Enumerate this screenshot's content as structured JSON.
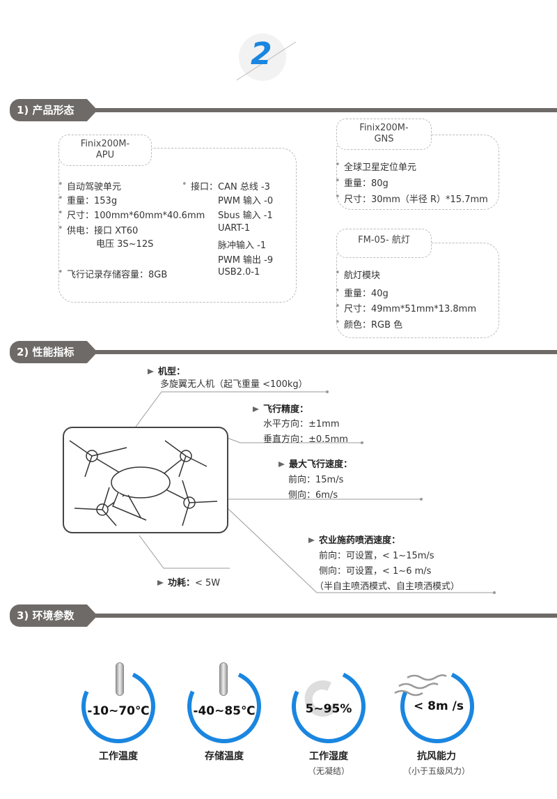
{
  "badge": {
    "number": "2",
    "accent": "#1a86e0"
  },
  "sections": {
    "s1": "1) 产品形态",
    "s2": "2) 性能指标",
    "s3": "3) 环境参数"
  },
  "apu": {
    "title": "Finix200M-\nAPU",
    "left": [
      "自动驾驶单元",
      "重量：153g",
      "尺寸：100mm*60mm*40.6mm",
      "供电：接口  XT60",
      "电压  3S~12S",
      "飞行记录存储容量：8GB"
    ],
    "right": [
      "接口：CAN 总线 -3",
      "PWM 输入 -0",
      "Sbus 输入 -1",
      "UART-1",
      "脉冲输入 -1",
      "PWM 输出 -9",
      "USB2.0-1"
    ]
  },
  "gns": {
    "title": "Finix200M-\nGNS",
    "items": [
      "全球卫星定位单元",
      "重量：80g",
      "尺寸：30mm（半径 R）*15.7mm"
    ]
  },
  "light": {
    "title": "FM-05- 航灯",
    "items": [
      "航灯模块",
      "重量：40g",
      "尺寸：49mm*51mm*13.8mm",
      "颜色：RGB 色"
    ]
  },
  "perf": {
    "model": {
      "h": "机型：",
      "t": [
        "多旋翼无人机（起飞重量 <100kg）"
      ]
    },
    "accuracy": {
      "h": "飞行精度：",
      "t": [
        "水平方向：±1mm",
        "垂直方向：±0.5mm"
      ]
    },
    "speed": {
      "h": "最大飞行速度：",
      "t": [
        "前向：15m/s",
        "侧向：6m/s"
      ]
    },
    "spray": {
      "h": "农业施药喷洒速度：",
      "t": [
        "前向：可设置，< 1~15m/s",
        "侧向：可设置，< 1~6 m/s",
        "（半自主喷洒模式、自主喷洒模式）"
      ]
    },
    "power": {
      "h": "功耗：",
      "t": "< 5W"
    }
  },
  "env": [
    {
      "value": "-10~70℃",
      "label": "工作温度",
      "sub": "",
      "icon": "thermometer-icon"
    },
    {
      "value": "-40~85℃",
      "label": "存储温度",
      "sub": "",
      "icon": "thermometer-icon"
    },
    {
      "value": "5~95%",
      "label": "工作湿度",
      "sub": "（无凝结）",
      "icon": "humidity-gauge-icon"
    },
    {
      "value": "< 8m /s",
      "label": "抗风能力",
      "sub": "（小于五级风力）",
      "icon": "wind-icon"
    }
  ]
}
